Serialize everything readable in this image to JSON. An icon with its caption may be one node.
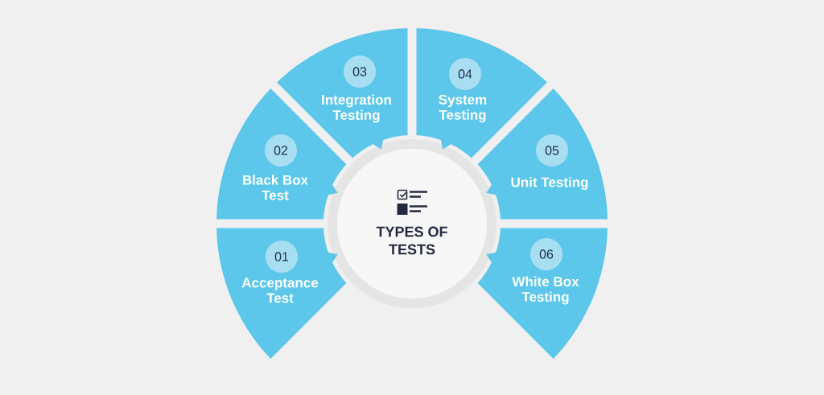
{
  "diagram": {
    "nodes": [
      {
        "text": [
          "TYPES OF TESTS"
        ]
      },
      {
        "text": [
          "Acceptance Test"
        ]
      },
      {
        "text": [
          "01"
        ],
        "in": 1
      },
      {
        "text": [
          "Black Box Test"
        ]
      },
      {
        "text": [
          "02"
        ],
        "in": 3
      },
      {
        "text": [
          "Integration Testing"
        ]
      },
      {
        "text": [
          "03"
        ],
        "in": 5
      },
      {
        "text": [
          "System Testing"
        ]
      },
      {
        "text": [
          "04"
        ],
        "in": 7
      },
      {
        "text": [
          "Unit Testing"
        ]
      },
      {
        "text": [
          "05"
        ],
        "in": 9
      },
      {
        "text": [
          "White Box Testing"
        ]
      },
      {
        "text": [
          "06"
        ],
        "in": 11
      }
    ]
  }
}
